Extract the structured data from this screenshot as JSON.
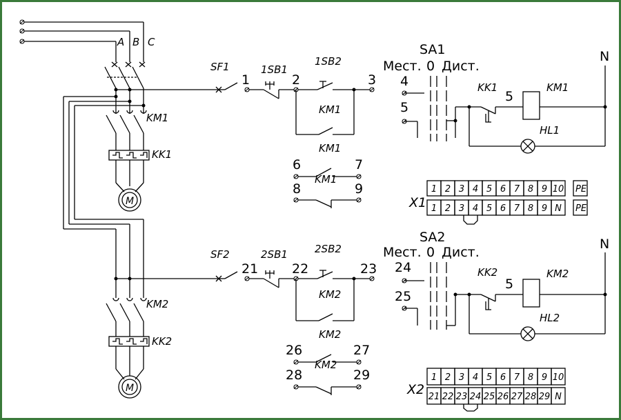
{
  "colors": {
    "border": "#3a7a3a",
    "line": "#000000",
    "background": "#ffffff"
  },
  "phases": {
    "a": "A",
    "b": "B",
    "c": "C",
    "neutral": "N"
  },
  "labels": {
    "sf1": "SF1",
    "sb1_1": "1SB1",
    "sb2_1": "1SB2",
    "km1": "KM1",
    "kk1": "KK1",
    "sa1": "SA1",
    "mest": "Мест.",
    "zero": "0",
    "dist": "Дист.",
    "hl1": "HL1",
    "sf2": "SF2",
    "sb1_2": "2SB1",
    "sb2_2": "2SB2",
    "km2": "KM2",
    "kk2": "KK2",
    "sa2": "SA2",
    "hl2": "HL2",
    "motor": "M",
    "n1": "1",
    "n2": "2",
    "n3": "3",
    "n4": "4",
    "n5": "5",
    "n6": "6",
    "n7": "7",
    "n8": "8",
    "n9": "9",
    "n21": "21",
    "n22": "22",
    "n23": "23",
    "n24": "24",
    "n25": "25",
    "n26": "26",
    "n27": "27",
    "n28": "28",
    "n29": "29"
  },
  "terminal_x1": {
    "name": "X1",
    "top": [
      "1",
      "2",
      "3",
      "4",
      "5",
      "6",
      "7",
      "8",
      "9",
      "10"
    ],
    "bottom": [
      "1",
      "2",
      "3",
      "4",
      "5",
      "6",
      "7",
      "8",
      "9",
      "N"
    ],
    "pe_top": "PE",
    "pe_bottom": "PE"
  },
  "terminal_x2": {
    "name": "X2",
    "top": [
      "1",
      "2",
      "3",
      "4",
      "5",
      "6",
      "7",
      "8",
      "9",
      "10"
    ],
    "bottom": [
      "21",
      "22",
      "23",
      "24",
      "25",
      "26",
      "27",
      "28",
      "29",
      "N"
    ]
  }
}
